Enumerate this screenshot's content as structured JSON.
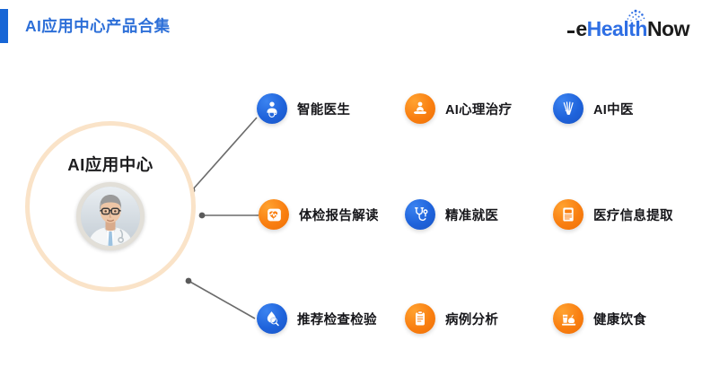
{
  "header": {
    "title": "AI应用中心产品合集",
    "accent_color": "#1766d6",
    "title_color": "#2d6fd8"
  },
  "logo": {
    "part1": "e",
    "part2": "Health",
    "part3": "Now",
    "brand_blue": "#2f6fe4",
    "brand_dark": "#1b1b1b",
    "sparkle_name": "sparkle-dots-icon"
  },
  "center": {
    "label": "AI应用中心",
    "ring_color": "#fae3c8",
    "avatar_name": "doctor-avatar"
  },
  "items": [
    {
      "label": "智能医生",
      "icon": "doctor-stethoscope-icon",
      "color": "blue",
      "color_hex": "#1f63db",
      "row": 0,
      "col": 0
    },
    {
      "label": "AI心理治疗",
      "icon": "meditation-person-icon",
      "color": "orange",
      "color_hex": "#f97f11",
      "row": 0,
      "col": 1
    },
    {
      "label": "AI中医",
      "icon": "acupuncture-needles-icon",
      "color": "blue",
      "color_hex": "#1f63db",
      "row": 0,
      "col": 2
    },
    {
      "label": "体检报告解读",
      "icon": "heartbeat-report-icon",
      "color": "orange",
      "color_hex": "#f97f11",
      "row": 1,
      "col": 0
    },
    {
      "label": "精准就医",
      "icon": "stethoscope-icon",
      "color": "blue",
      "color_hex": "#1f63db",
      "row": 1,
      "col": 1
    },
    {
      "label": "医疗信息提取",
      "icon": "medical-document-icon",
      "color": "orange",
      "color_hex": "#f97f11",
      "row": 1,
      "col": 2
    },
    {
      "label": "推荐检查检验",
      "icon": "droplet-magnifier-icon",
      "color": "blue",
      "color_hex": "#1f63db",
      "row": 2,
      "col": 0
    },
    {
      "label": "病例分析",
      "icon": "clipboard-icon",
      "color": "orange",
      "color_hex": "#f97f11",
      "row": 2,
      "col": 1
    },
    {
      "label": "健康饮食",
      "icon": "healthy-food-icon",
      "color": "orange",
      "color_hex": "#f97f11",
      "row": 2,
      "col": 2
    }
  ],
  "connectors": {
    "line_color": "#6b6b6b",
    "dot_color": "#5a5a5a",
    "count": 3
  }
}
